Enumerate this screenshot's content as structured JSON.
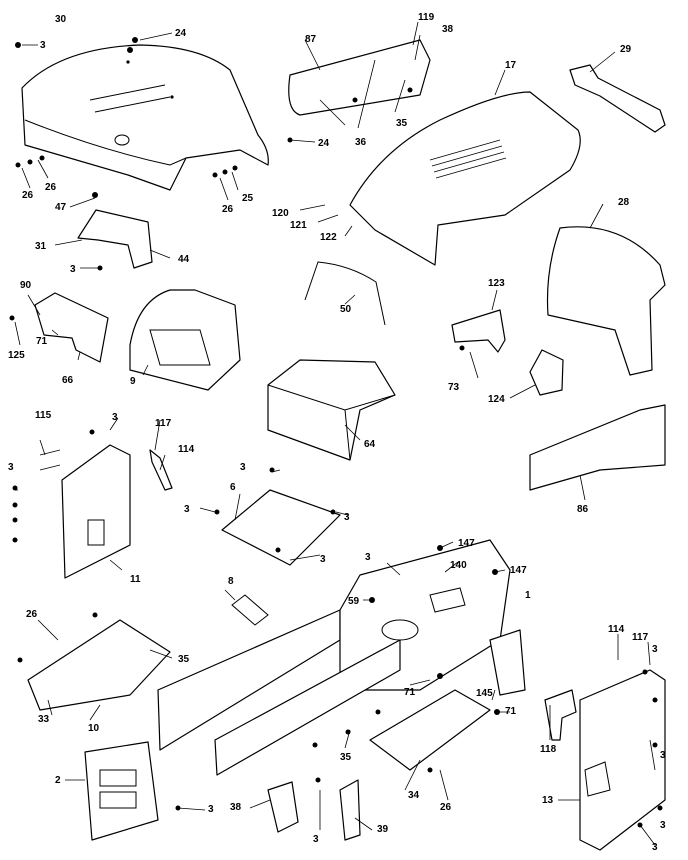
{
  "labels": {
    "l30": "30",
    "l3a": "3",
    "l24a": "24",
    "l87": "87",
    "l119": "119",
    "l38a": "38",
    "l29": "29",
    "l17": "17",
    "l36": "36",
    "l35a": "35",
    "l24b": "24",
    "l26a": "26",
    "l26b": "26",
    "l47": "47",
    "l26c": "26",
    "l25": "25",
    "l31": "31",
    "l3b": "3",
    "l44": "44",
    "l120": "120",
    "l121": "121",
    "l122": "122",
    "l28": "28",
    "l90": "90",
    "l125": "125",
    "l71a": "71",
    "l66": "66",
    "l9": "9",
    "l50": "50",
    "l123": "123",
    "l73": "73",
    "l64": "64",
    "l124": "124",
    "l115": "115",
    "l3c": "3",
    "l117a": "117",
    "l114a": "114",
    "l3d": "3",
    "l11": "11",
    "l3e": "3",
    "l6": "6",
    "l3f": "3",
    "l3g": "3",
    "l3h": "3",
    "l86": "86",
    "l147a": "147",
    "l3i": "3",
    "l140": "140",
    "l147b": "147",
    "l59": "59",
    "l1": "1",
    "l8": "8",
    "l26d": "26",
    "l35b": "35",
    "l33": "33",
    "l10": "10",
    "l71b": "71",
    "l145": "145",
    "l71c": "71",
    "l114b": "114",
    "l117b": "117",
    "l3j": "3",
    "l118": "118",
    "l3k": "3",
    "l2": "2",
    "l3l": "3",
    "l35c": "35",
    "l34": "34",
    "l26e": "26",
    "l38b": "38",
    "l3m": "3",
    "l39": "39",
    "l13": "13",
    "l3n": "3",
    "l3o": "3"
  }
}
